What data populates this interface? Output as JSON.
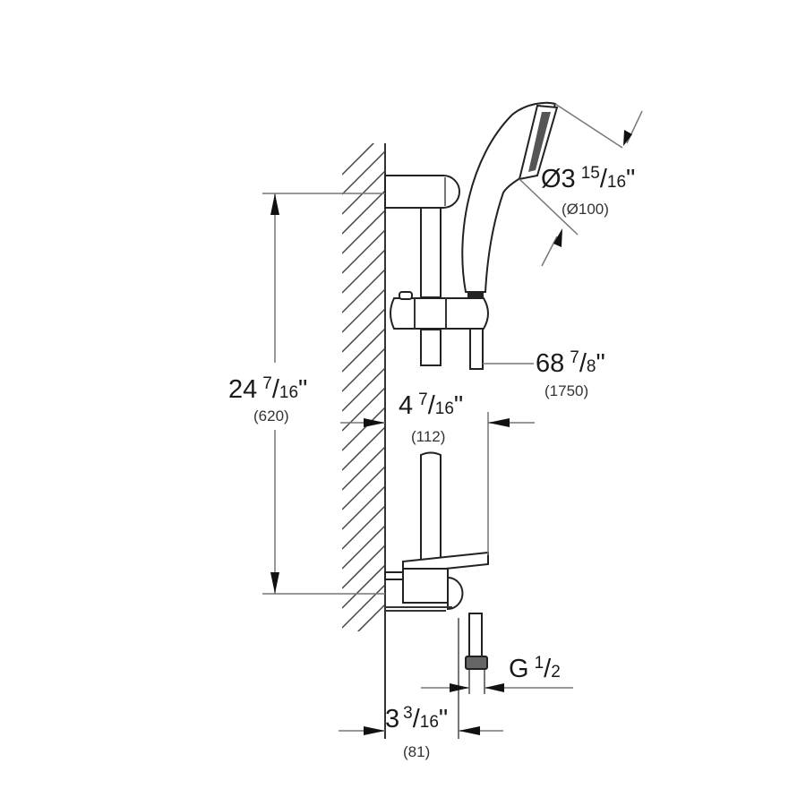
{
  "diagram": {
    "type": "technical-dimension-drawing",
    "subject": "shower rail set with hand shower",
    "colors": {
      "line": "#333333",
      "background": "#ffffff",
      "arrow": "#111111"
    },
    "dimensions": {
      "shower_head_diameter": {
        "prefix": "Ø3",
        "numerator": "15",
        "denominator": "16",
        "unit": "\"",
        "metric": "(Ø100)"
      },
      "rail_height": {
        "whole": "24",
        "numerator": "7",
        "denominator": "16",
        "unit": "\"",
        "metric": "(620)"
      },
      "hose_length": {
        "whole": "68",
        "numerator": "7",
        "denominator": "8",
        "unit": "\"",
        "metric": "(1750)"
      },
      "wall_projection": {
        "whole": "4",
        "numerator": "7",
        "denominator": "16",
        "unit": "\"",
        "metric": "(112)"
      },
      "outlet_offset": {
        "whole": "3",
        "numerator": "3",
        "denominator": "16",
        "unit": "\"",
        "metric": "(81)"
      },
      "thread": {
        "prefix": "G",
        "numerator": "1",
        "denominator": "2"
      }
    }
  }
}
